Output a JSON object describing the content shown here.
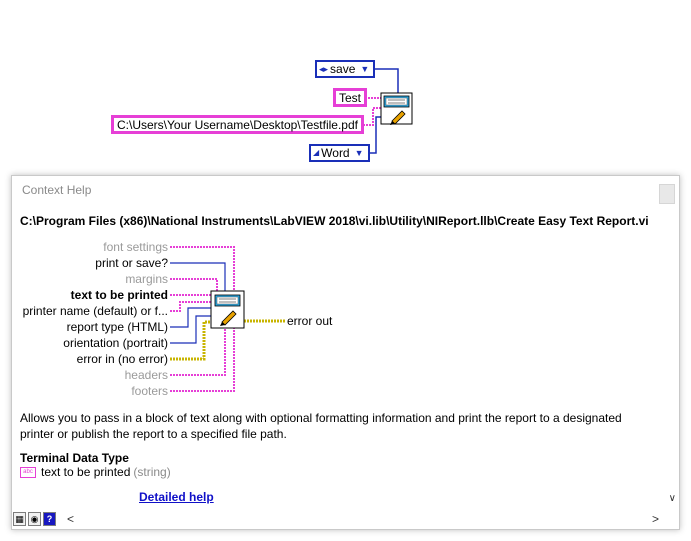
{
  "diagram": {
    "save_enum": "save",
    "text_constant": "Test",
    "path_constant": "C:\\Users\\Your Username\\Desktop\\Testfile.pdf",
    "word_enum": "Word"
  },
  "context_help": {
    "title": "Context Help",
    "vi_path": "C:\\Program Files (x86)\\National Instruments\\LabVIEW 2018\\vi.lib\\Utility\\NIReport.llb\\Create Easy Text Report.vi",
    "terminals_left": [
      {
        "label": "font settings",
        "kind": "optional"
      },
      {
        "label": "print or save?",
        "kind": "recommended"
      },
      {
        "label": "margins",
        "kind": "optional"
      },
      {
        "label": "text to be printed",
        "kind": "required"
      },
      {
        "label": "printer name (default) or f...",
        "kind": "recommended"
      },
      {
        "label": "report type (HTML)",
        "kind": "recommended"
      },
      {
        "label": "orientation (portrait)",
        "kind": "recommended"
      },
      {
        "label": "error in (no error)",
        "kind": "recommended"
      },
      {
        "label": "headers",
        "kind": "optional"
      },
      {
        "label": "footers",
        "kind": "optional"
      }
    ],
    "terminal_right": "error out",
    "description": "Allows you to pass in a block of text along with optional formatting information and print the report to a designated printer or publish the report to a specified file path.",
    "terminal_data_type_heading": "Terminal Data Type",
    "terminal_data_type_name": "text to be printed",
    "terminal_data_type_type": "(string)",
    "terminal_data_type_icon": "abc",
    "detailed_help": "Detailed help"
  },
  "colors": {
    "string_wire": "#e63fd6",
    "enum_wire": "#1a2fb8",
    "error_wire": "#c8b400"
  }
}
